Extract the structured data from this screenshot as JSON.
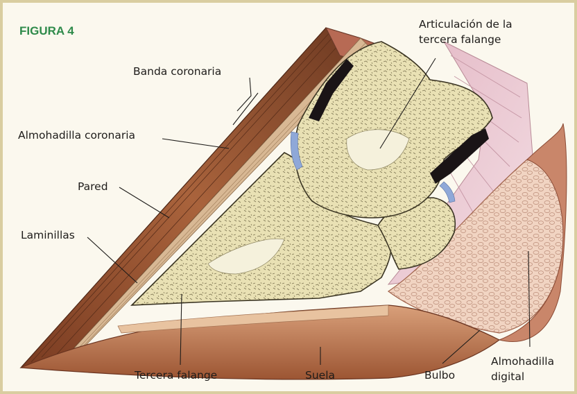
{
  "figure_title": "FIGURA 4",
  "labels": {
    "articulacion_line1": "Articulación de la",
    "articulacion_line2": "tercera falange",
    "banda_coronaria": "Banda coronaria",
    "almohadilla_coronaria": "Almohadilla coronaria",
    "pared": "Pared",
    "laminillas": "Laminillas",
    "tercera_falange": "Tercera falange",
    "suela": "Suela",
    "bulbo": "Bulbo",
    "almohadilla_digital_line1": "Almohadilla",
    "almohadilla_digital_line2": "digital"
  },
  "colors": {
    "frame_border": "#d9cda0",
    "background": "#fbf8ee",
    "title_green": "#2e8a4a",
    "hoof_wall": "#8a4a2a",
    "bone": "#e9e1b4",
    "sole": "#c98a64",
    "digital_cushion": "#f1d4c2",
    "tendon": "#e9c5cf",
    "cartilage": "#8fa8d8",
    "joint_space": "#1a1416"
  }
}
